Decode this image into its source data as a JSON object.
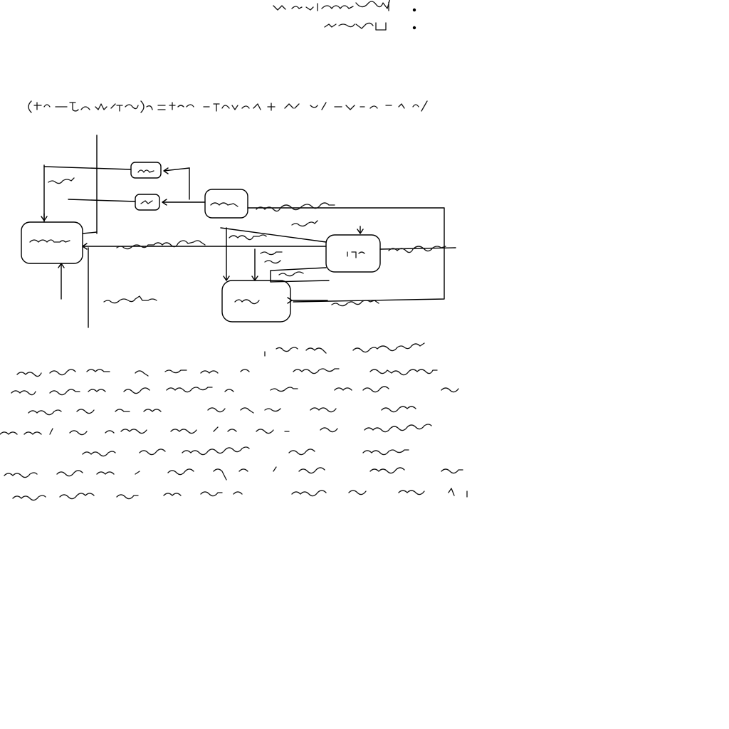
{
  "canvas": {
    "background": "#ffffff",
    "ink_color": "#000000"
  },
  "bullets": {
    "count": 2
  },
  "equation": {
    "legible": false
  },
  "diagram": {
    "boxes": [
      "upper-small-box-a",
      "upper-small-box-b",
      "center-box",
      "left-large-box",
      "right-box",
      "bottom-box"
    ]
  },
  "paragraph": {
    "line_count": 8,
    "legible": false
  }
}
